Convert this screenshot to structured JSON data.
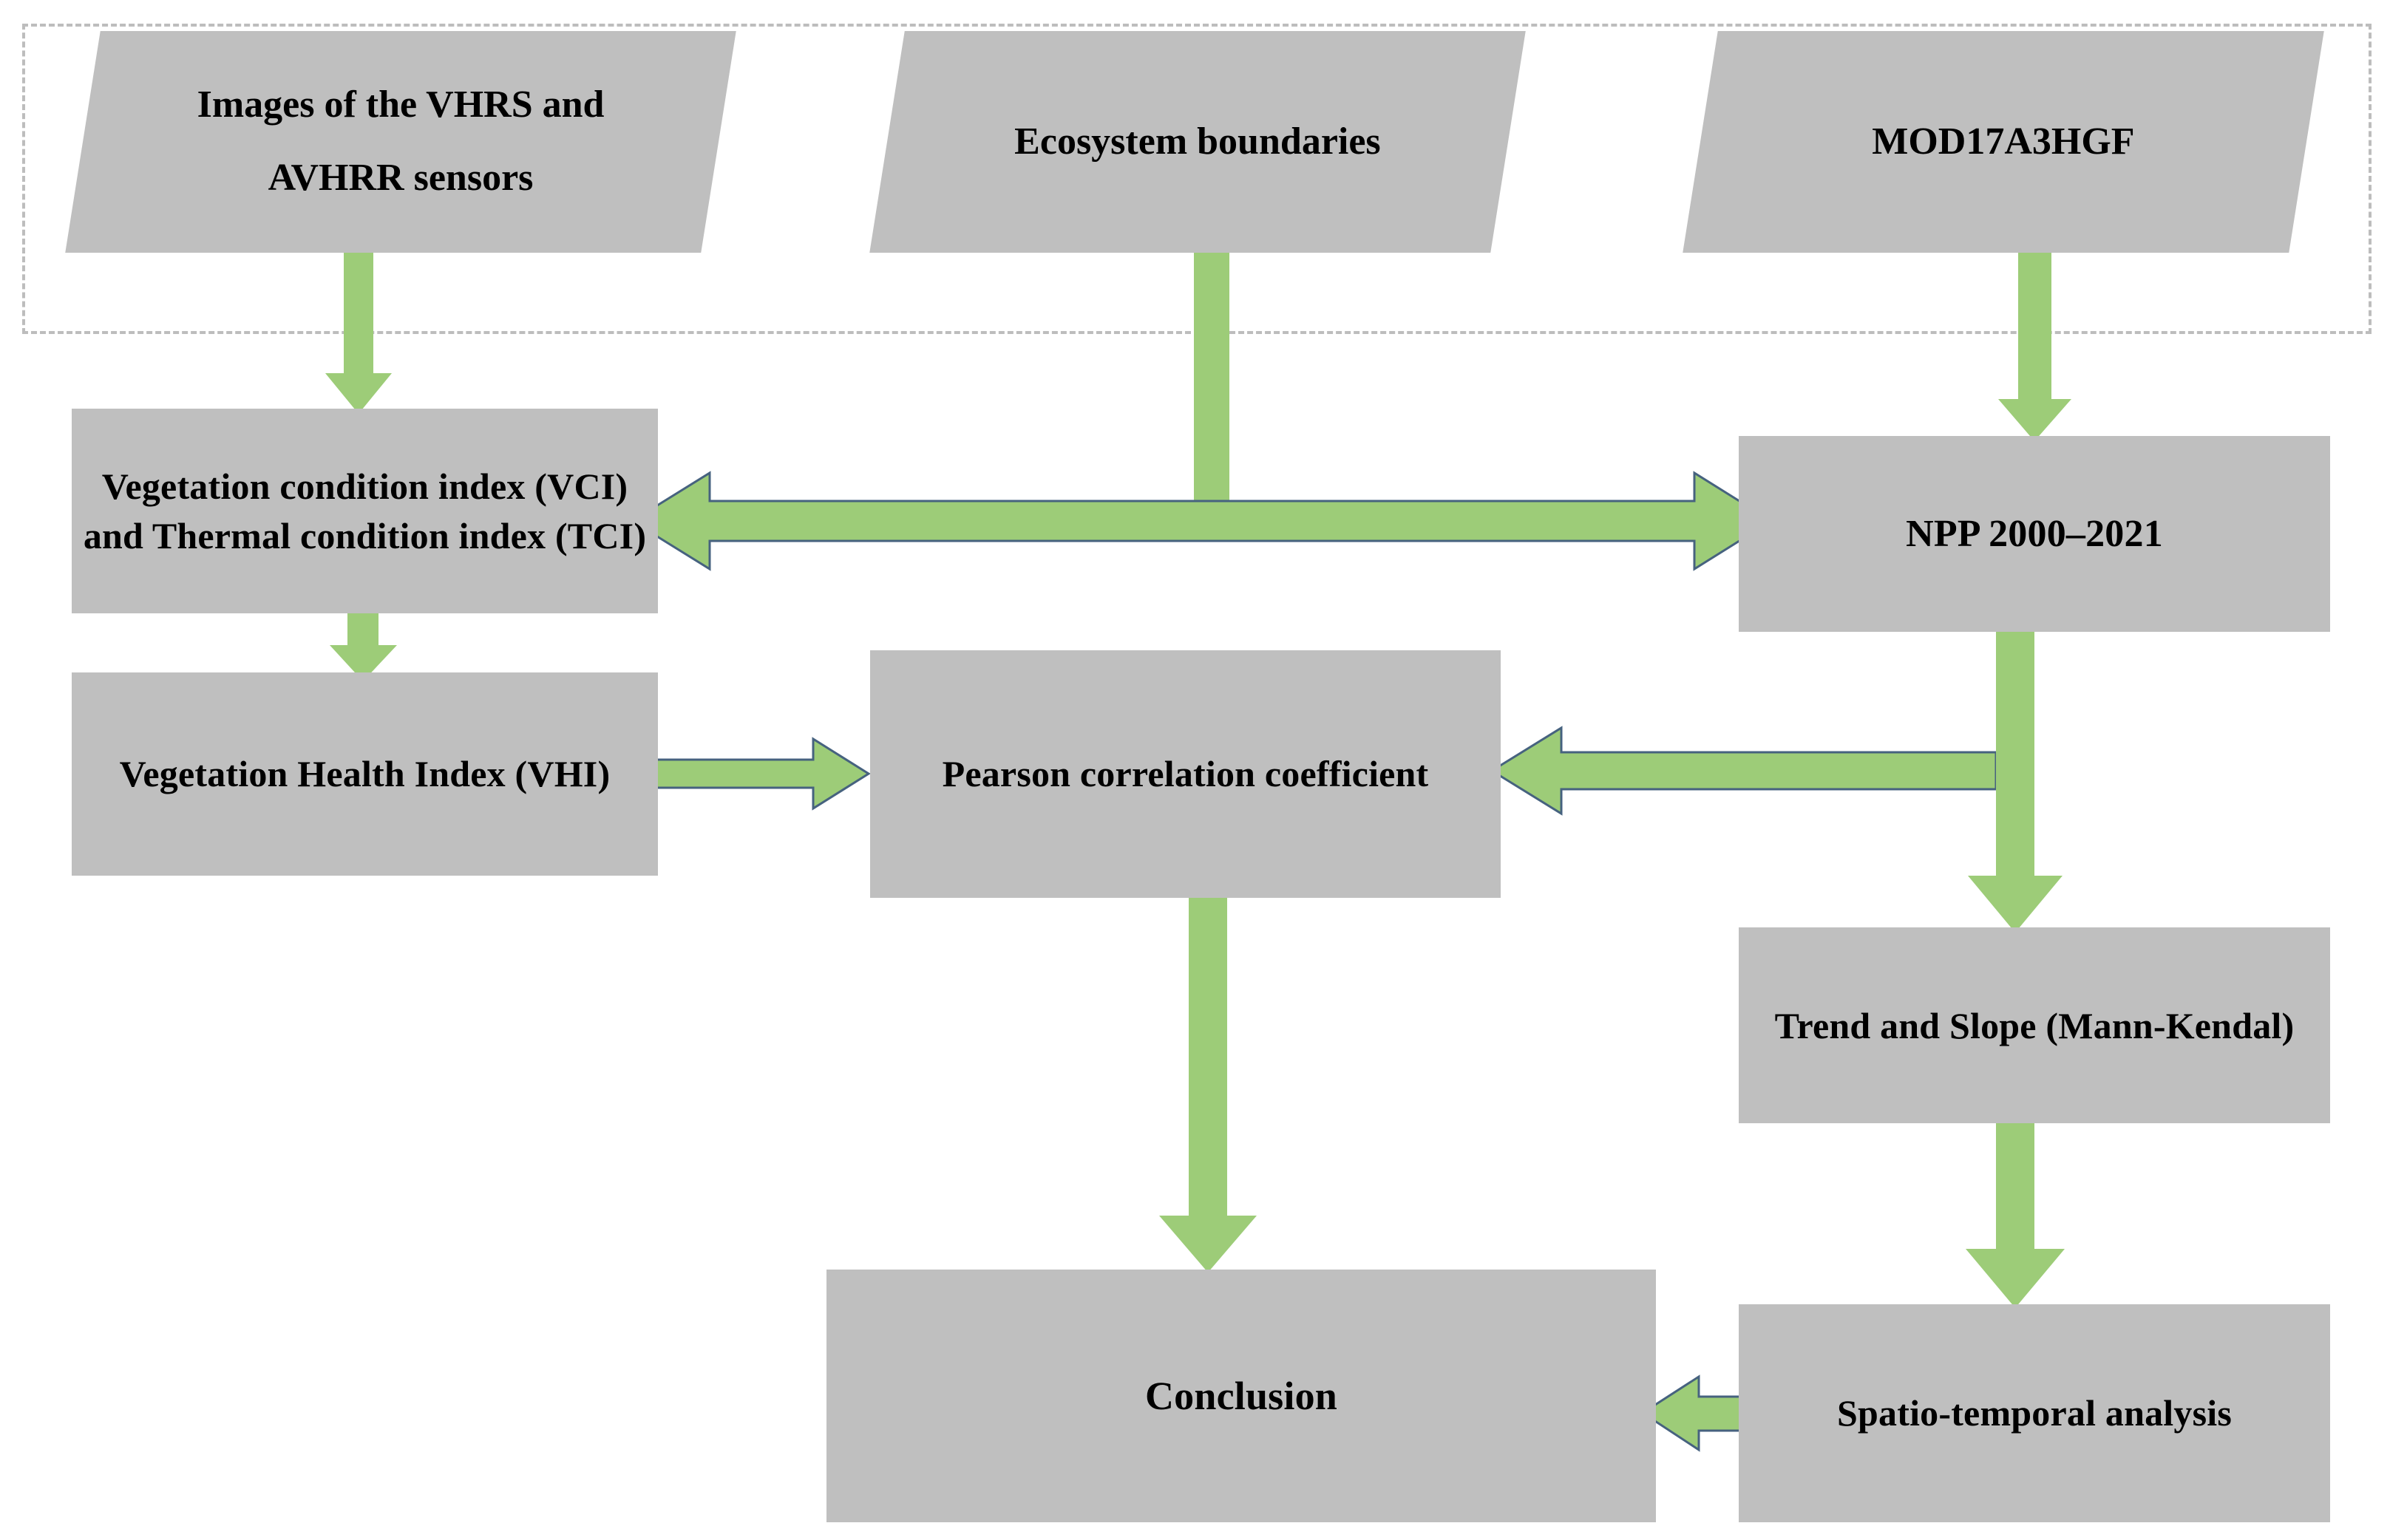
{
  "diagram": {
    "title": "Methodology flowchart",
    "colors": {
      "node_fill": "#BFBFBF",
      "arrow_fill": "#9DCC78",
      "arrow_stroke": "#46627F",
      "dashed_border": "#BDBDBD",
      "background": "#FFFFFF",
      "text": "#000000"
    },
    "input_group": {
      "style": "dashed-rectangle",
      "nodes": [
        {
          "id": "vhrs-avhrr",
          "shape": "parallelogram",
          "label": "Images of the VHRS and AVHRR sensors",
          "line1": "Images of the VHRS and",
          "line2": "AVHRR sensors"
        },
        {
          "id": "ecosystem-boundaries",
          "shape": "parallelogram",
          "label": "Ecosystem boundaries",
          "line1": "Ecosystem boundaries",
          "line2": ""
        },
        {
          "id": "mod17a3hgf",
          "shape": "parallelogram",
          "label": "MOD17A3HGF",
          "line1": "MOD17A3HGF",
          "line2": ""
        }
      ]
    },
    "process_nodes": [
      {
        "id": "vci-tci",
        "shape": "rectangle",
        "label": "Vegetation condition index (VCI) and Thermal condition index (TCI)"
      },
      {
        "id": "vhi",
        "shape": "rectangle",
        "label": "Vegetation Health Index (VHI)"
      },
      {
        "id": "pearson",
        "shape": "rectangle",
        "label": "Pearson correlation coefficient"
      },
      {
        "id": "npp",
        "shape": "rectangle",
        "label": "NPP 2000–2021"
      },
      {
        "id": "trend-slope",
        "shape": "rectangle",
        "label": "Trend and Slope (Mann-Kendal)"
      },
      {
        "id": "spatio-temporal",
        "shape": "rectangle",
        "label": "Spatio-temporal analysis"
      },
      {
        "id": "conclusion",
        "shape": "rectangle",
        "label": "Conclusion"
      }
    ],
    "edges": [
      {
        "id": "e1",
        "from": "vhrs-avhrr",
        "to": "vci-tci",
        "direction": "down",
        "heads": 1
      },
      {
        "id": "e2",
        "from": "ecosystem-boundaries",
        "to": "vci-tci-npp-link",
        "direction": "down",
        "heads": 1
      },
      {
        "id": "e3",
        "from": "mod17a3hgf",
        "to": "npp",
        "direction": "down",
        "heads": 1
      },
      {
        "id": "e4",
        "from": "vci-tci",
        "to": "npp",
        "direction": "both",
        "heads": 2
      },
      {
        "id": "e5",
        "from": "vci-tci",
        "to": "vhi",
        "direction": "down",
        "heads": 1
      },
      {
        "id": "e6",
        "from": "vhi",
        "to": "pearson",
        "direction": "right",
        "heads": 1
      },
      {
        "id": "e7",
        "from": "npp",
        "to": "pearson",
        "direction": "left",
        "heads": 1
      },
      {
        "id": "e8",
        "from": "npp",
        "to": "trend-slope",
        "direction": "down",
        "heads": 1
      },
      {
        "id": "e9",
        "from": "pearson",
        "to": "conclusion",
        "direction": "down",
        "heads": 1
      },
      {
        "id": "e10",
        "from": "trend-slope",
        "to": "spatio-temporal",
        "direction": "down",
        "heads": 1
      },
      {
        "id": "e11",
        "from": "spatio-temporal",
        "to": "conclusion",
        "direction": "left",
        "heads": 1
      }
    ]
  }
}
